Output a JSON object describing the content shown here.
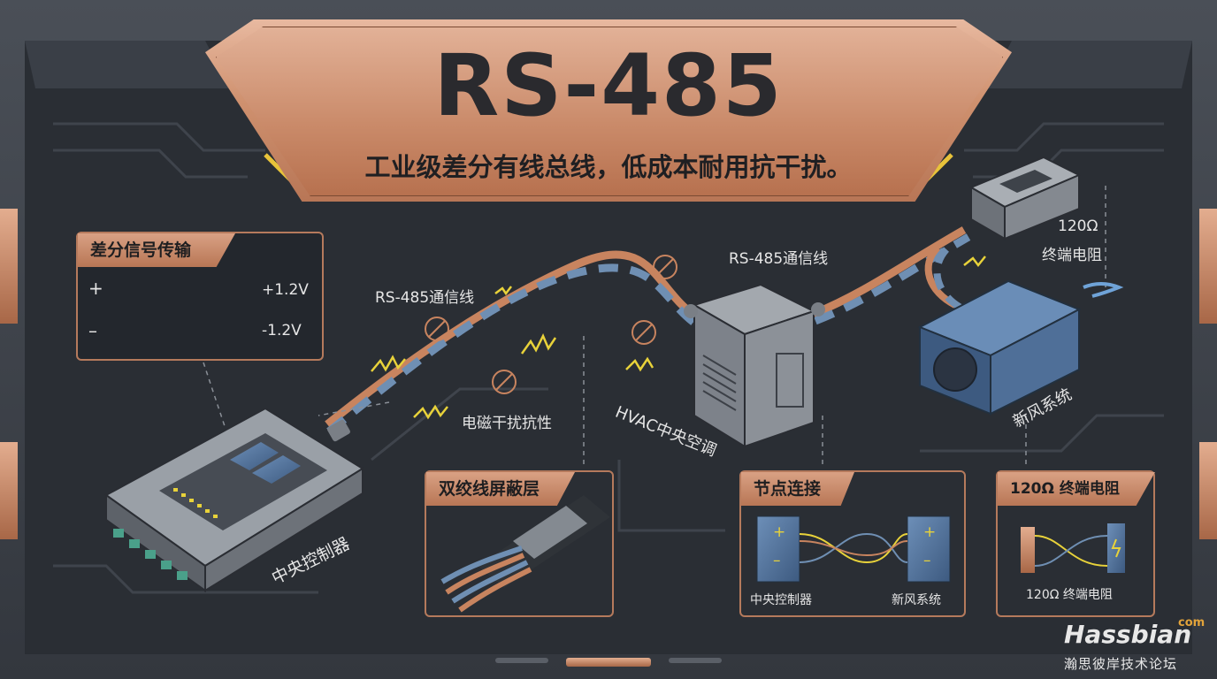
{
  "header": {
    "title": "RS-485",
    "subtitle": "工业级差分有线总线，低成本耐用抗干扰。"
  },
  "diagram": {
    "labels": {
      "cable_left": "RS-485通信线",
      "cable_right": "RS-485通信线",
      "emi": "电磁干扰抗性",
      "hvac": "HVAC中央空调",
      "fresh_air": "新风系统",
      "controller": "中央控制器",
      "terminator": "120Ω\n终端电阻",
      "terminator_line1": "120Ω",
      "terminator_line2": "终端电阻"
    }
  },
  "panels": {
    "differential": {
      "title": "差分信号传输",
      "plus_sign": "+",
      "minus_sign": "–",
      "plus_voltage": "+1.2V",
      "minus_voltage": "-1.2V"
    },
    "twisted_pair": {
      "title": "双绞线屏蔽层"
    },
    "node_connection": {
      "title": "节点连接",
      "left_label": "中央控制器",
      "right_label": "新风系统",
      "plus": "+",
      "minus": "–"
    },
    "termination": {
      "title": "120Ω 终端电阻",
      "caption": "120Ω 终端电阻"
    }
  },
  "watermark": {
    "brand": "Hassbian",
    "domain_suffix": "com",
    "subtitle": "瀚思彼岸技术论坛"
  },
  "colors": {
    "copper": "#c98968",
    "background": "#2b2f36",
    "signal_yellow": "#e8d23a",
    "cable_blue": "#6f8fb3",
    "cable_copper": "#c8845f"
  }
}
